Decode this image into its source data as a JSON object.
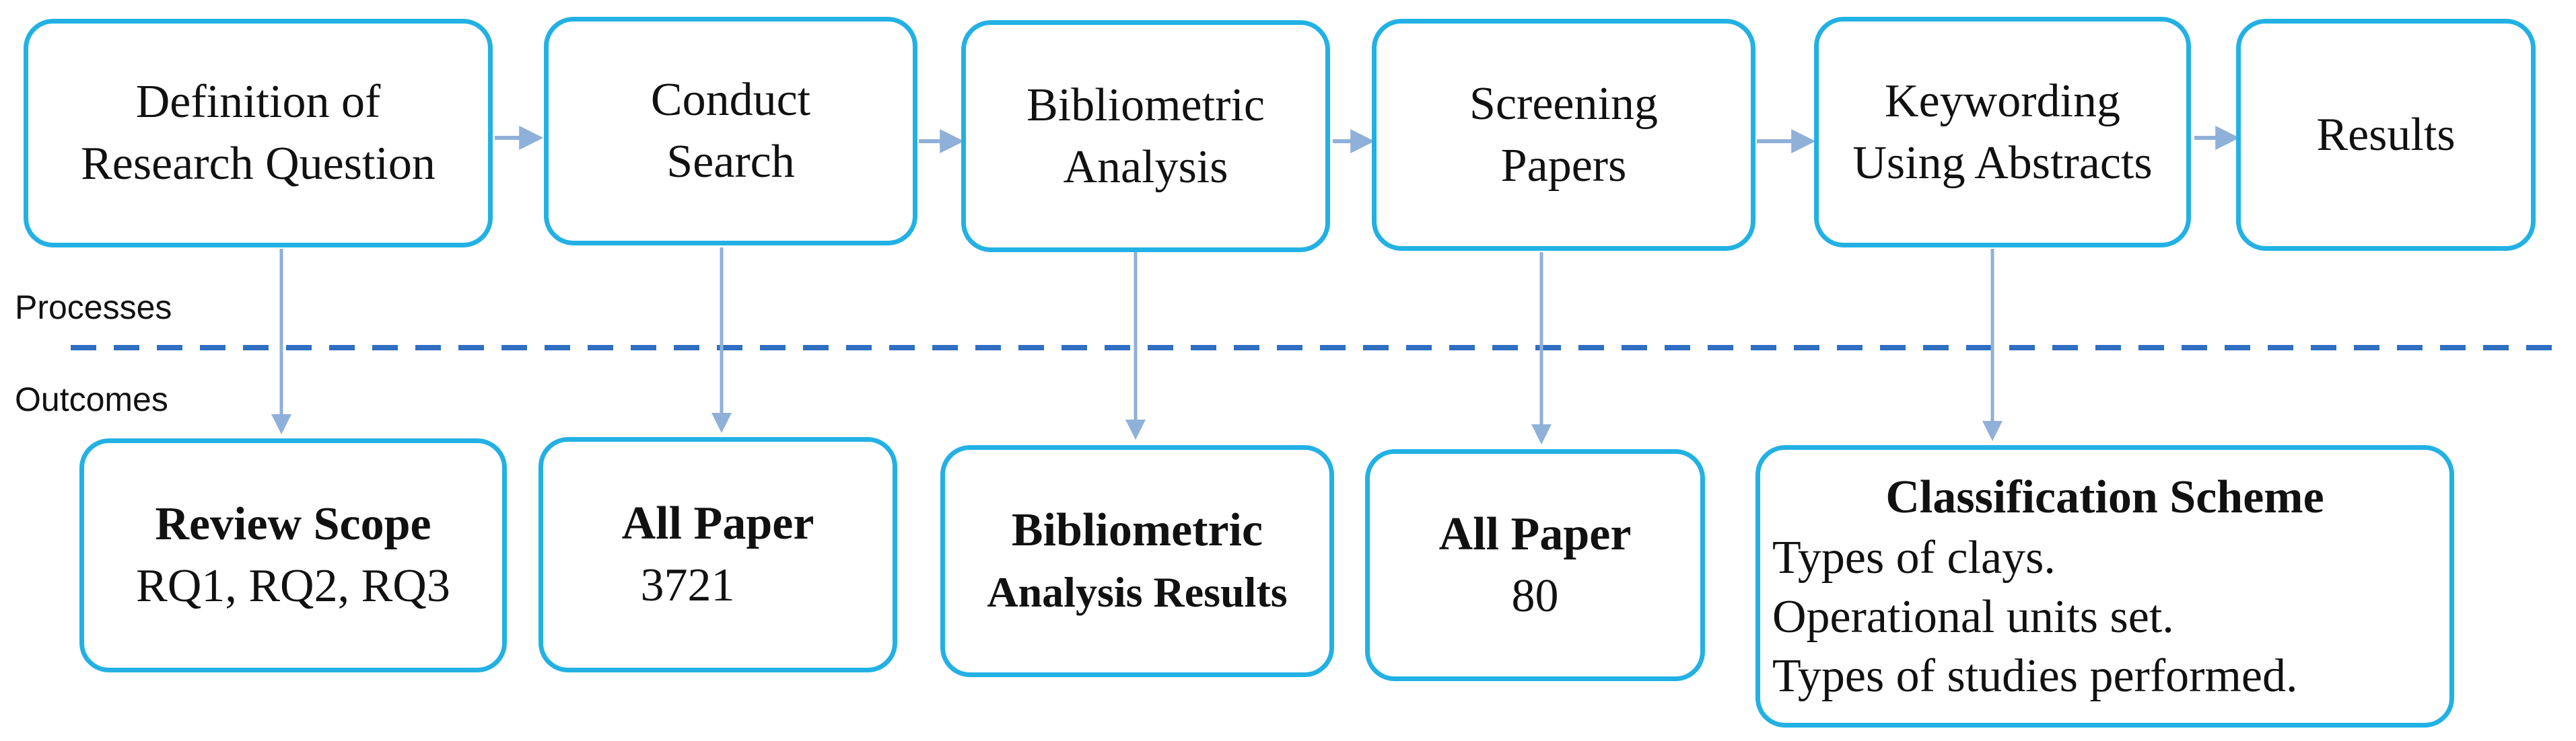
{
  "sections": {
    "processes": "Processes",
    "outcomes": "Outcomes"
  },
  "processes": [
    {
      "lines": [
        "Definition of",
        "Research Question"
      ]
    },
    {
      "lines": [
        "Conduct",
        "Search"
      ]
    },
    {
      "lines": [
        "Bibliometric",
        "Analysis"
      ]
    },
    {
      "lines": [
        "Screening",
        "Papers"
      ]
    },
    {
      "lines": [
        "Keywording",
        "Using Abstracts"
      ]
    },
    {
      "lines": [
        "Results"
      ]
    }
  ],
  "outcomes": [
    {
      "title": "Review Scope",
      "values": [
        "RQ1, RQ2, RQ3"
      ]
    },
    {
      "title": "All Paper",
      "values": [
        "3721"
      ]
    },
    {
      "title": "Bibliometric",
      "values": [
        "Analysis Results"
      ]
    },
    {
      "title": "All Paper",
      "values": [
        "80"
      ]
    },
    {
      "title": "Classification Scheme",
      "values": [
        "Types of clays.",
        "Operational units set.",
        "Types of studies performed."
      ]
    }
  ],
  "colors": {
    "box_border": "#22b1e4",
    "arrow": "#8fb0d8",
    "divider": "#2f6fc2"
  }
}
